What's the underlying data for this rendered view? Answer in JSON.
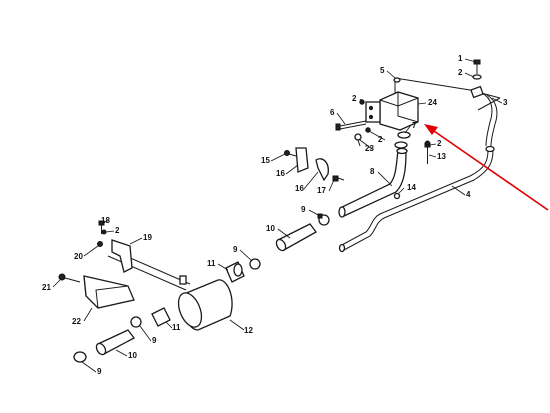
{
  "callouts": [
    {
      "id": "c1",
      "text": "1"
    },
    {
      "id": "c2a",
      "text": "2"
    },
    {
      "id": "c3",
      "text": "3"
    },
    {
      "id": "c5",
      "text": "5"
    },
    {
      "id": "c2b",
      "text": "2"
    },
    {
      "id": "c24",
      "text": "24"
    },
    {
      "id": "c6",
      "text": "6"
    },
    {
      "id": "c2c",
      "text": "2"
    },
    {
      "id": "c7",
      "text": "7"
    },
    {
      "id": "c23",
      "text": "23"
    },
    {
      "id": "c2d",
      "text": "2"
    },
    {
      "id": "c13",
      "text": "13"
    },
    {
      "id": "c15",
      "text": "15"
    },
    {
      "id": "c16a",
      "text": "16"
    },
    {
      "id": "c16b",
      "text": "16"
    },
    {
      "id": "c17",
      "text": "17"
    },
    {
      "id": "c8",
      "text": "8"
    },
    {
      "id": "c14",
      "text": "14"
    },
    {
      "id": "c4",
      "text": "4"
    },
    {
      "id": "c9a",
      "text": "9"
    },
    {
      "id": "c10a",
      "text": "10"
    },
    {
      "id": "c18",
      "text": "18"
    },
    {
      "id": "c2e",
      "text": "2"
    },
    {
      "id": "c19",
      "text": "19"
    },
    {
      "id": "c20",
      "text": "20"
    },
    {
      "id": "c9b",
      "text": "9"
    },
    {
      "id": "c11a",
      "text": "11"
    },
    {
      "id": "c21",
      "text": "21"
    },
    {
      "id": "c22",
      "text": "22"
    },
    {
      "id": "c11b",
      "text": "11"
    },
    {
      "id": "c12",
      "text": "12"
    },
    {
      "id": "c9c",
      "text": "9"
    },
    {
      "id": "c10b",
      "text": "10"
    },
    {
      "id": "c9d",
      "text": "9"
    }
  ],
  "highlight": {
    "color": "#e00000",
    "target": "7"
  }
}
